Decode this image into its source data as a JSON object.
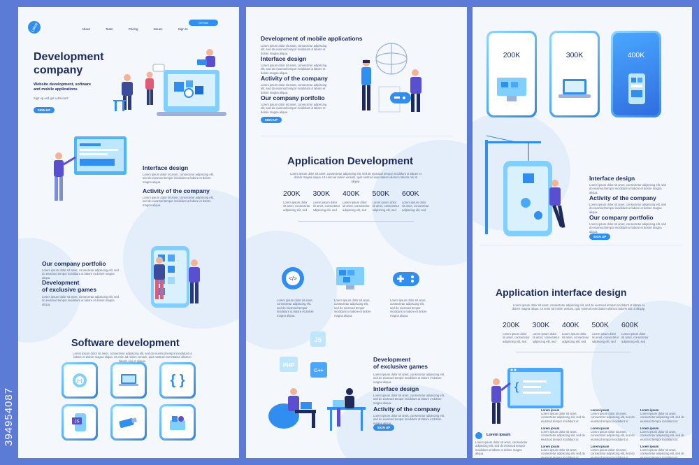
{
  "watermark": "394954087",
  "panel1": {
    "logo": "LOGO",
    "nav": [
      "About",
      "Team",
      "Pricing",
      "Issues",
      "Sign In"
    ],
    "nav_button": "Get Start",
    "hero_title_1": "Development",
    "hero_title_2": "company",
    "hero_sub_1": "Website development, software",
    "hero_sub_2": "and mobile applications",
    "hero_note": "Sign up and get a discount",
    "signup": "SIGN UP",
    "interface_design": "Interface design",
    "activity": "Activity of the company",
    "portfolio": "Our company portfolio",
    "exclusive_1": "Development",
    "exclusive_2": "of exclusive games",
    "software_title": "Software development"
  },
  "panel2": {
    "mobile_apps": "Development of mobile applications",
    "interface_design": "Interface design",
    "activity": "Activity of the company",
    "portfolio": "Our company portfolio",
    "signup": "SIGN UP",
    "app_dev_title": "Application Development",
    "stats": [
      "200K",
      "300K",
      "400K",
      "500K",
      "600K"
    ],
    "code_labels": [
      "JS",
      "PHP",
      "C++"
    ],
    "exclusive_1": "Development",
    "exclusive_2": "of exclusive games",
    "interface_design_2": "Interface design",
    "activity_2": "Activity of the company",
    "signup_2": "SIGN UP"
  },
  "panel3": {
    "cards": [
      "200K",
      "300K",
      "400K"
    ],
    "interface_design": "Interface design",
    "activity": "Activity of the company",
    "portfolio": "Our company portfolio",
    "signup": "SIGN UP",
    "aid_title": "Application interface design",
    "stats": [
      "200K",
      "300K",
      "400K",
      "500K",
      "600K"
    ],
    "footer_brand": "Lorem ipsum",
    "footer_col_heading": "Lorem ipsum"
  },
  "lorem_short": "Lorem ipsum dolor sit amet, consectetur adipiscing elit, sed do eiusmod tempor incididunt ut labore et dolore magna aliqua.",
  "lorem_long": "Lorem ipsum dolor sit amet, consectetur adipiscing elit, sed do eiusmod tempor incididunt ut labore et dolore magna aliqua. Ut enim ad minim veniam, quis nostrud exercitation ullamco laboris nisi ut aliquip.",
  "colors": {
    "bg": "#5b7bd6",
    "accent": "#2f8ef0",
    "ink": "#1d2a5a"
  }
}
